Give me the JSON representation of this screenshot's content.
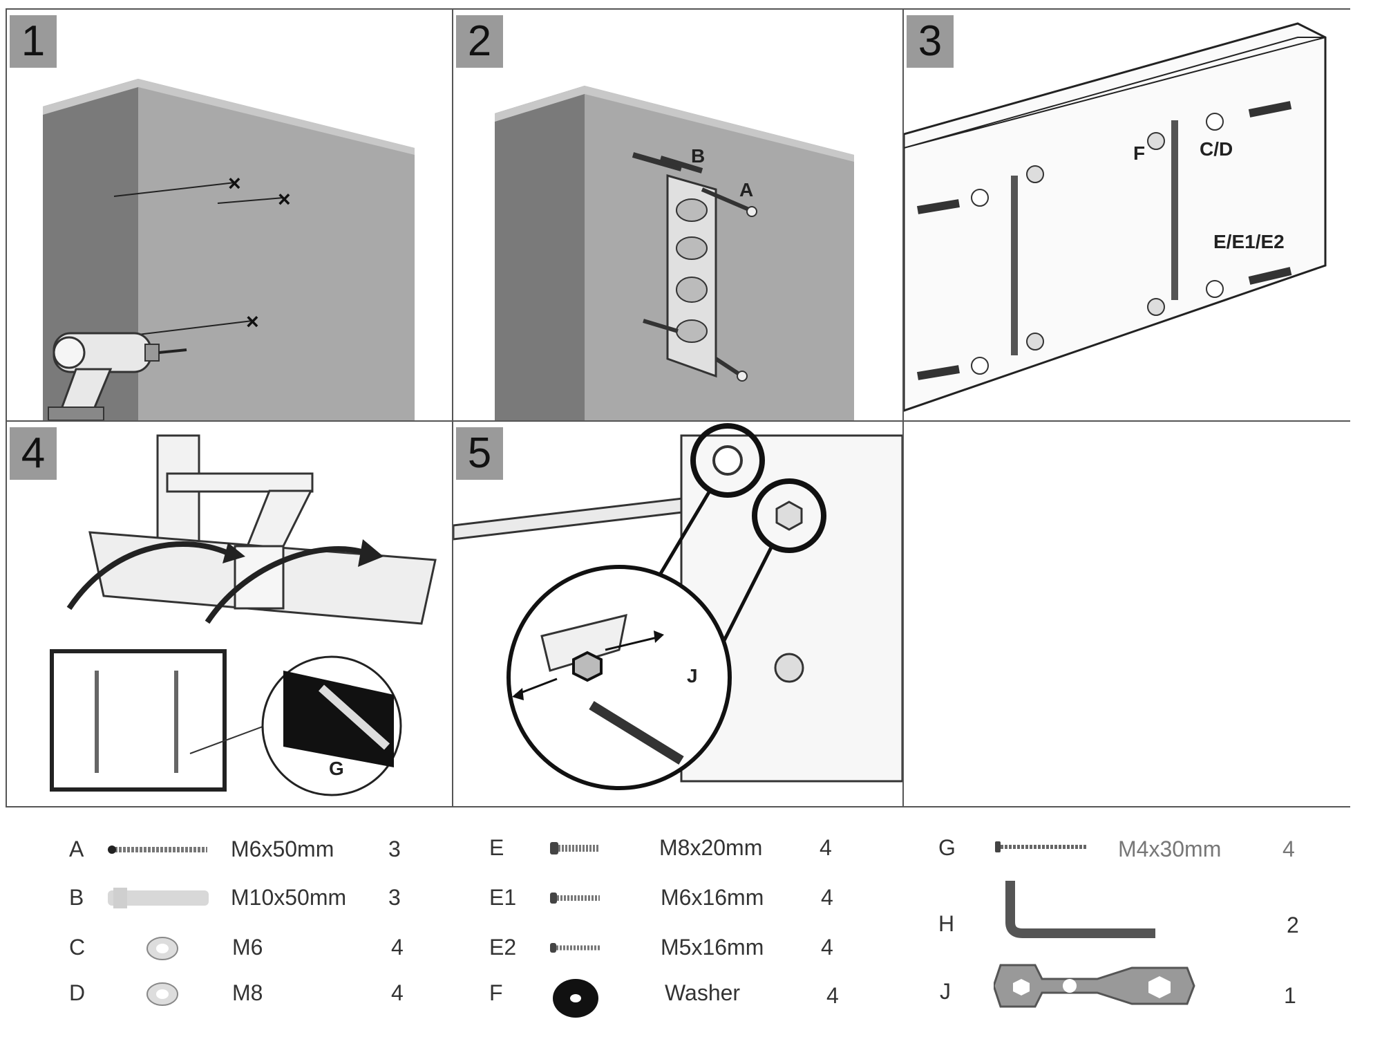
{
  "steps": [
    {
      "number": "1"
    },
    {
      "number": "2",
      "callouts": {
        "b": "B",
        "a": "A"
      }
    },
    {
      "number": "3",
      "callouts": {
        "f": "F",
        "cd": "C/D",
        "e": "E/E1/E2"
      }
    },
    {
      "number": "4",
      "callouts": {
        "g": "G"
      }
    },
    {
      "number": "5",
      "callouts": {
        "j": "J"
      }
    }
  ],
  "parts": [
    {
      "letter": "A",
      "spec": "M6x50mm",
      "qty": "3",
      "icon": "long-screw-icon"
    },
    {
      "letter": "B",
      "spec": "M10x50mm",
      "qty": "3",
      "icon": "wall-anchor-icon"
    },
    {
      "letter": "C",
      "spec": "M6",
      "qty": "4",
      "icon": "washer-ring-icon"
    },
    {
      "letter": "D",
      "spec": "M8",
      "qty": "4",
      "icon": "washer-ring-icon"
    },
    {
      "letter": "E",
      "spec": "M8x20mm",
      "qty": "4",
      "icon": "bolt-icon"
    },
    {
      "letter": "E1",
      "spec": "M6x16mm",
      "qty": "4",
      "icon": "bolt-icon"
    },
    {
      "letter": "E2",
      "spec": "M5x16mm",
      "qty": "4",
      "icon": "bolt-icon"
    },
    {
      "letter": "F",
      "spec": "Washer",
      "qty": "4",
      "icon": "black-washer-icon"
    },
    {
      "letter": "G",
      "spec": "M4x30mm",
      "qty": "4",
      "icon": "thin-screw-icon"
    },
    {
      "letter": "H",
      "spec": "",
      "qty": "2",
      "icon": "allen-key-icon"
    },
    {
      "letter": "J",
      "spec": "",
      "qty": "1",
      "icon": "spanner-icon"
    }
  ]
}
